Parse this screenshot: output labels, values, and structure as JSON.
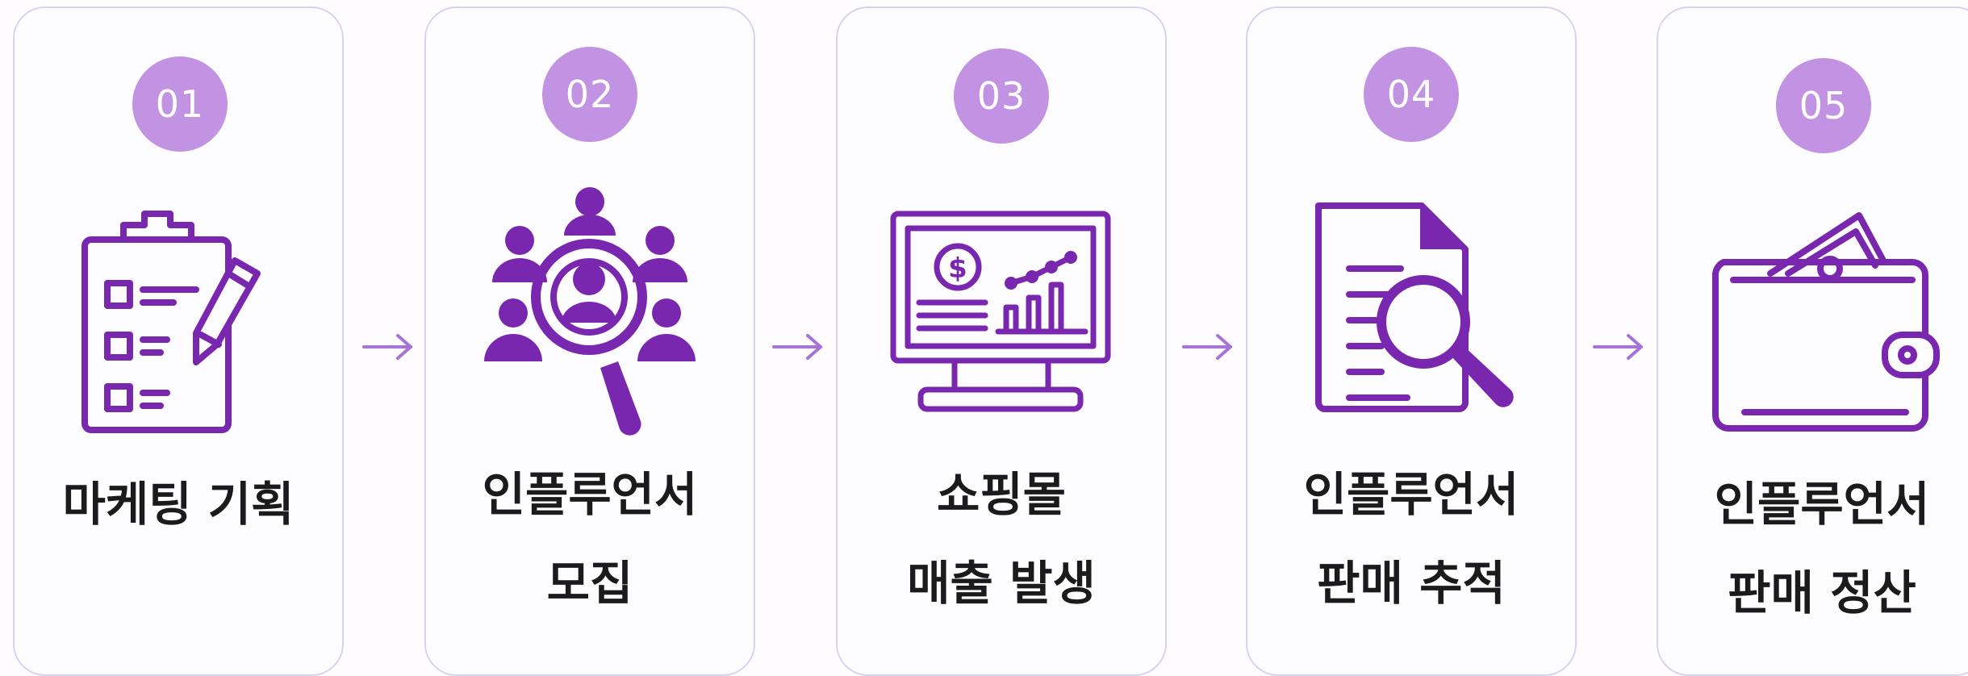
{
  "steps": [
    {
      "number": "01",
      "lines": [
        "마케팅 기획"
      ],
      "icon": "clipboard-pencil-icon"
    },
    {
      "number": "02",
      "lines": [
        "인플루언서",
        "모집"
      ],
      "icon": "people-magnifier-icon"
    },
    {
      "number": "03",
      "lines": [
        "쇼핑몰",
        "매출 발생"
      ],
      "icon": "monitor-dashboard-icon"
    },
    {
      "number": "04",
      "lines": [
        "인플루언서",
        "판매 추적"
      ],
      "icon": "document-magnifier-icon"
    },
    {
      "number": "05",
      "lines": [
        "인플루언서",
        "판매 정산"
      ],
      "icon": "wallet-money-icon"
    }
  ],
  "colors": {
    "accent": "#7a27b0",
    "badge": "#c393e3",
    "card_border": "#d6d3f2",
    "arrow": "#a673d6",
    "text": "#1b1b1b"
  }
}
